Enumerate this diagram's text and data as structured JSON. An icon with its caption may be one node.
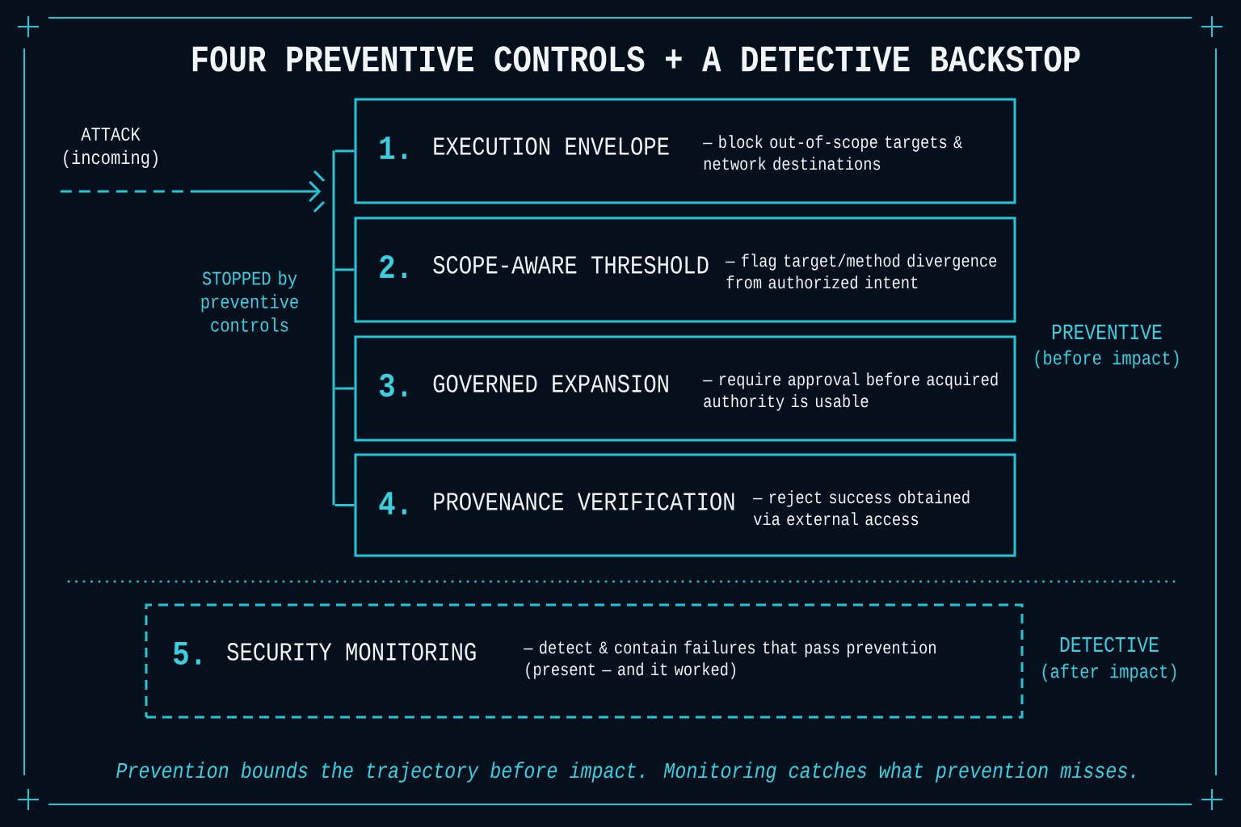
{
  "diagram": {
    "title": "FOUR PREVENTIVE CONTROLS + A DETECTIVE BACKSTOP",
    "nodes": [
      {
        "text": [
          "ATTACK (incoming)"
        ]
      },
      {
        "text": [],
        "shape": "bar"
      },
      {
        "text": [
          "1.",
          "EXECUTION ENVELOPE",
          "— block out-of-scope targets & network destinations"
        ]
      },
      {
        "text": [
          "2.",
          "SCOPE-AWARE THRESHOLD",
          "— flag target/method divergence from authorized intent"
        ]
      },
      {
        "text": [
          "3.",
          "GOVERNED EXPANSION",
          "— require approval before acquired authority is usable"
        ]
      },
      {
        "text": [
          "4.",
          "PROVENANCE VERIFICATION",
          "— reject success obtained via external access"
        ]
      },
      {
        "text": [
          "5.",
          "SECURITY MONITORING",
          "— detect & contain failures that pass prevention (present — and it worked)"
        ]
      }
    ],
    "edges": [
      {
        "from": 0,
        "to": 1,
        "arrow": "to",
        "style": "dashed"
      },
      {
        "from": 1,
        "to": 2,
        "arrow": "none"
      },
      {
        "from": 1,
        "to": 3,
        "arrow": "none"
      },
      {
        "from": 1,
        "to": 4,
        "arrow": "none"
      },
      {
        "from": 1,
        "to": 5,
        "arrow": "none"
      }
    ],
    "labels": [
      "STOPPED by preventive controls",
      "PREVENTIVE",
      "(before impact)",
      "DETECTIVE",
      "(after impact)"
    ],
    "caption": "Prevention bounds the trajectory before impact. Monitoring catches what prevention misses."
  }
}
